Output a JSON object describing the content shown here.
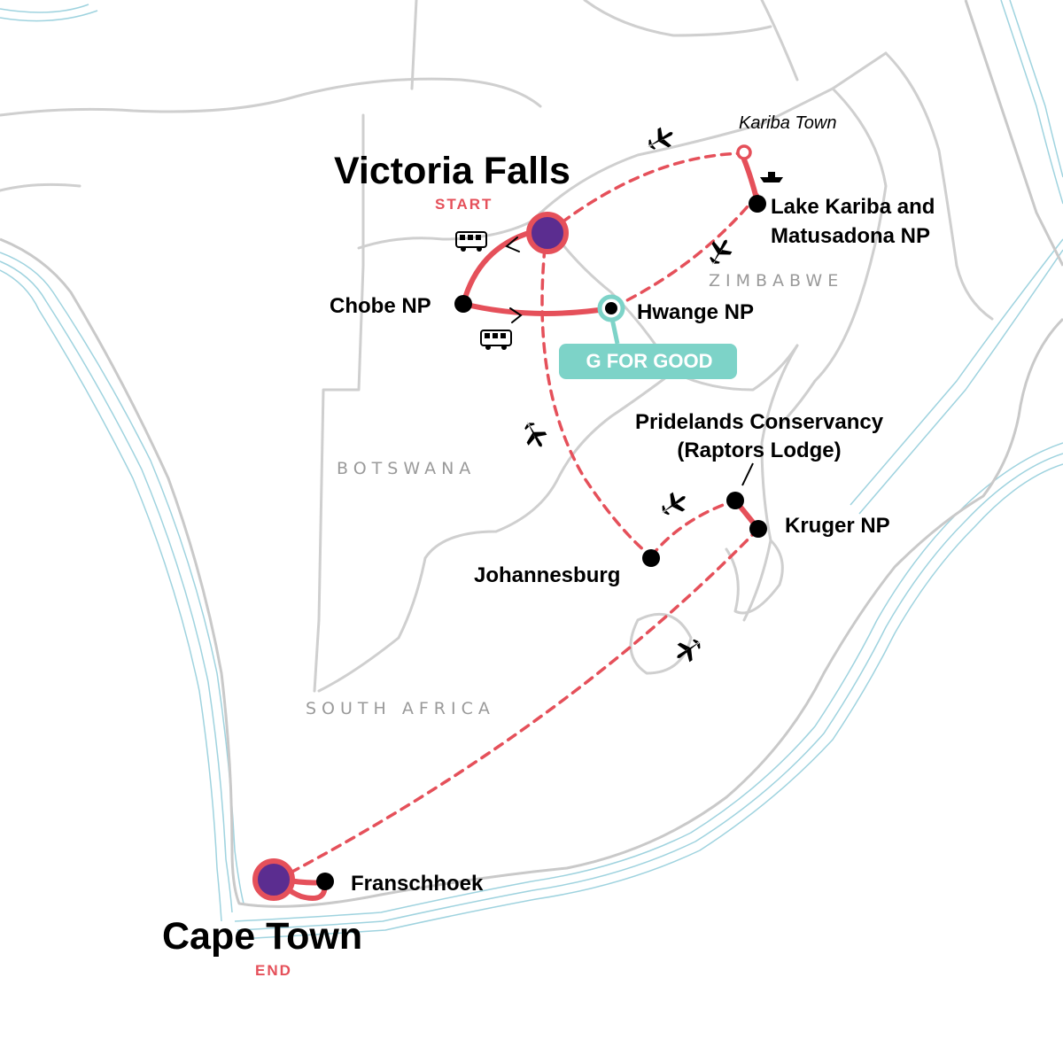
{
  "colors": {
    "route": "#e5505a",
    "start_end_fill": "#5b2d90",
    "stop": "#000000",
    "g_for_good": "#7dd3c8",
    "country_label": "#9a9a9a",
    "border": "#cfcfcf",
    "water": "#9fd3df"
  },
  "countries": [
    {
      "id": "zimbabwe",
      "label": "ZIMBABWE"
    },
    {
      "id": "botswana",
      "label": "BOTSWANA"
    },
    {
      "id": "south-africa",
      "label": "SOUTH AFRICA"
    }
  ],
  "start": {
    "name": "Victoria Falls",
    "sublabel": "START"
  },
  "end": {
    "name": "Cape Town",
    "sublabel": "END"
  },
  "stops": [
    {
      "id": "chobe",
      "name": "Chobe NP"
    },
    {
      "id": "hwange",
      "name": "Hwange NP"
    },
    {
      "id": "kariba-town",
      "name": "Kariba Town"
    },
    {
      "id": "lake-kariba",
      "name_line1": "Lake Kariba and",
      "name_line2": "Matusadona NP"
    },
    {
      "id": "pridelands",
      "name_line1": "Pridelands Conservancy",
      "name_line2": "(Raptors Lodge)"
    },
    {
      "id": "kruger",
      "name": "Kruger NP"
    },
    {
      "id": "johannesburg",
      "name": "Johannesburg"
    },
    {
      "id": "franschhoek",
      "name": "Franschhoek"
    }
  ],
  "badge": {
    "label": "G FOR GOOD",
    "attached_to": "Hwange NP"
  },
  "transport_icons": [
    "plane-icon",
    "bus-icon",
    "boat-icon"
  ]
}
